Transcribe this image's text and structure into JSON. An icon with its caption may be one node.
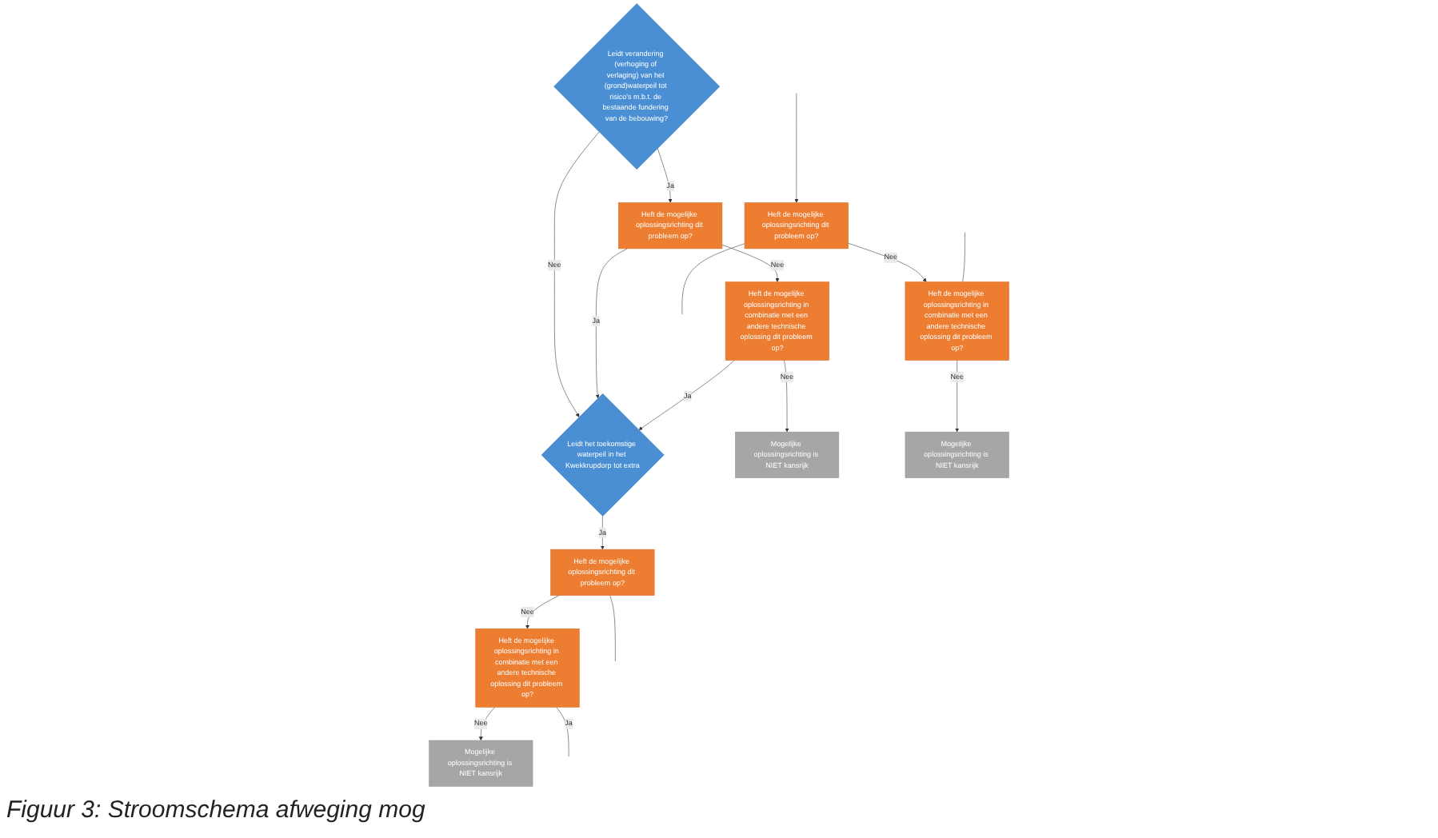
{
  "diagram": {
    "caption": "Figuur 3: Stroomschema afweging mog",
    "nodes": [
      {
        "text": [
          "Leidt verandering (verhoging of verlaging) van het (grond)waterpeil tot risico's m.b.t. de bestaande fundering van de bebouwing?"
        ]
      },
      {
        "text": [
          "Heft de mogelijke oplossingsrichting dit probleem op?"
        ]
      },
      {
        "text": [
          "Leidt het toekomstige waterpeil in het Kwekkrupdorp tot extra"
        ]
      },
      {
        "text": [
          "Heft de mogelijke oplossingsrichting in combinatie met een andere technische oplossing dit probleem op?"
        ]
      },
      {
        "text": [
          "Mogelijke oplossingsrichting is NIET kansrijk"
        ]
      },
      {
        "text": [
          "Heft de mogelijke oplossingsrichting dit probleem op?"
        ]
      },
      {
        "text": [
          "Heft de mogelijke oplossingsrichting in combinatie met een andere technische oplossing dit probleem op?"
        ]
      },
      {
        "text": [
          "Mogelijke oplossingsrichting is NIET kansrijk"
        ]
      },
      {
        "text": [
          "Heft de mogelijke oplossingsrichting dit probleem op?"
        ]
      },
      {
        "text": [
          "Heft de mogelijke oplossingsrichting in combinatie met een andere technische oplossing dit probleem op?"
        ]
      },
      {
        "text": [
          "Mogelijke oplossingsrichting is NIET kansrijk"
        ]
      }
    ],
    "edges": [
      {
        "from": 0,
        "to": 1,
        "arrow": "to",
        "label": "Ja"
      },
      {
        "from": 0,
        "to": 2,
        "arrow": "to",
        "label": "Nee"
      },
      {
        "from": 1,
        "to": 2,
        "arrow": "to",
        "label": "Ja"
      },
      {
        "from": 1,
        "to": 3,
        "arrow": "to",
        "label": "Nee"
      },
      {
        "from": 3,
        "to": 2,
        "arrow": "to",
        "label": "Ja"
      },
      {
        "from": 3,
        "to": 4,
        "arrow": "to",
        "label": "Nee"
      },
      {
        "from": 2,
        "to": 5,
        "arrow": "to",
        "label": "Ja"
      },
      {
        "from": 5,
        "to": 6,
        "arrow": "to",
        "label": "Nee"
      },
      {
        "from": 5,
        "to": null,
        "arrow": "none"
      },
      {
        "from": 6,
        "to": 7,
        "arrow": "to",
        "label": "Nee"
      },
      {
        "from": 6,
        "to": null,
        "arrow": "none",
        "label": "Ja"
      },
      {
        "from": null,
        "to": 8,
        "arrow": "to"
      },
      {
        "from": 8,
        "to": null,
        "arrow": "none"
      },
      {
        "from": 8,
        "to": 9,
        "arrow": "to",
        "label": "Nee"
      },
      {
        "from": 9,
        "to": 10,
        "arrow": "to",
        "label": "Nee"
      },
      {
        "from": null,
        "to": 9,
        "arrow": "none"
      }
    ]
  }
}
